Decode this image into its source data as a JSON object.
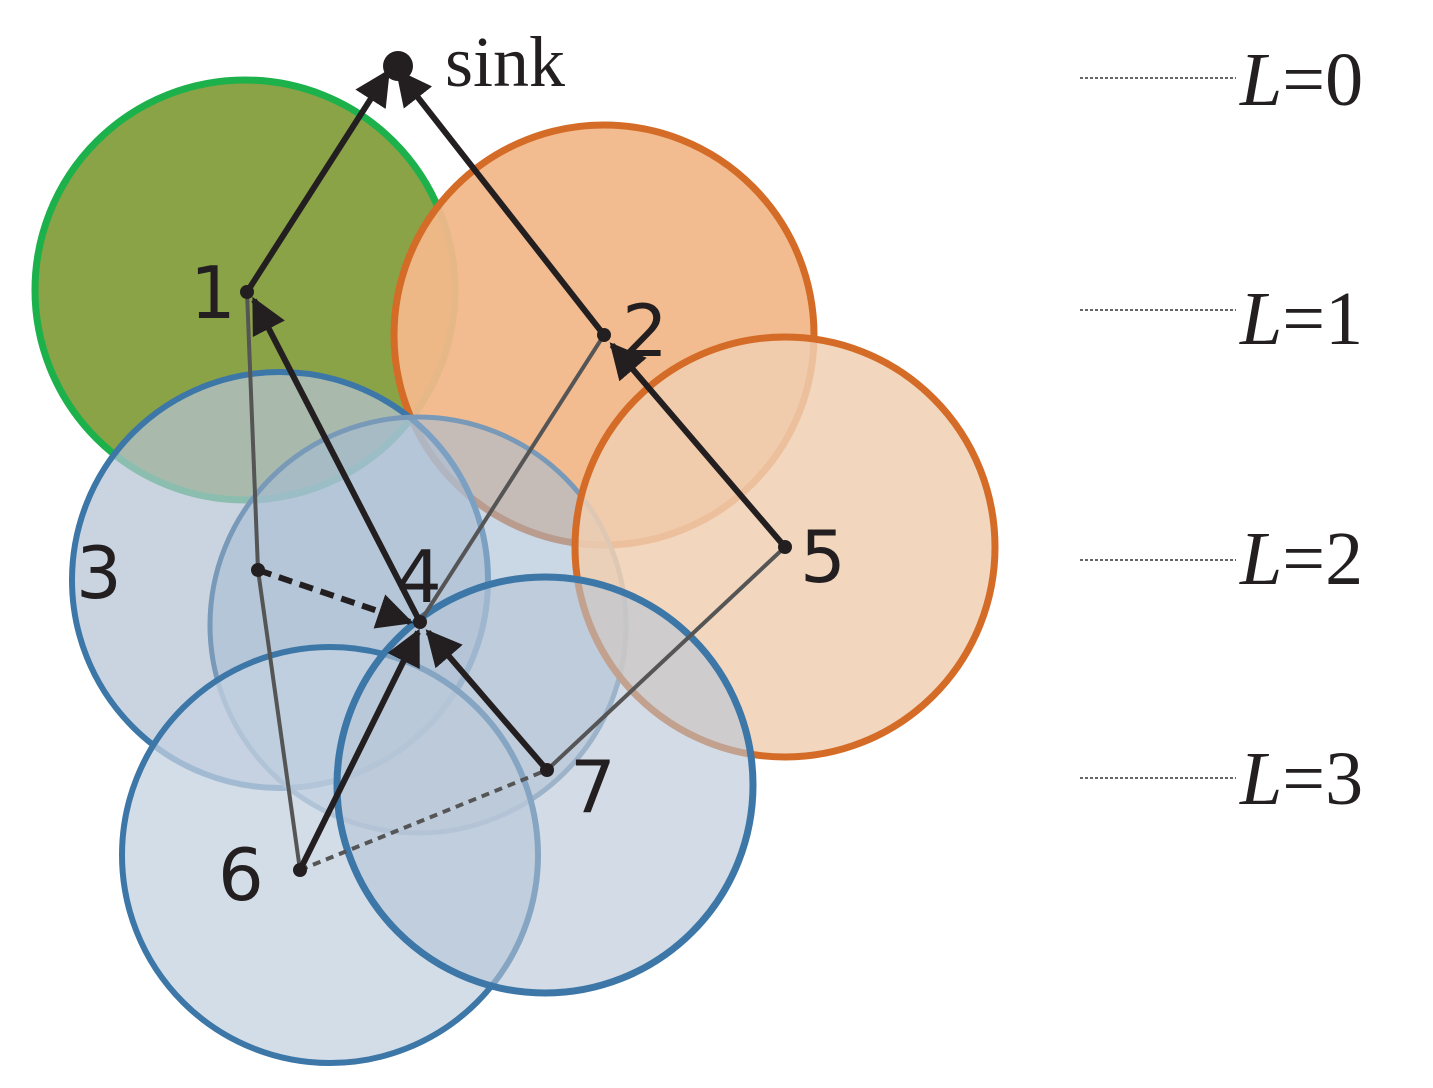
{
  "colors": {
    "green_fill": "#8aa346",
    "green_stroke": "#1db14b",
    "orange_fill": "#f2b88a",
    "orange_light_fill": "#f0cfb2",
    "orange_stroke": "#d46c27",
    "blue_fill": "#b6c4d6",
    "blue_stroke": "#3c77a8",
    "edge": "#231f20",
    "thin_edge": "#555555"
  },
  "sink": {
    "label": "sink"
  },
  "nodes": [
    {
      "id": "1",
      "label": "1"
    },
    {
      "id": "2",
      "label": "2"
    },
    {
      "id": "3",
      "label": "3"
    },
    {
      "id": "4",
      "label": "4"
    },
    {
      "id": "5",
      "label": "5"
    },
    {
      "id": "6",
      "label": "6"
    },
    {
      "id": "7",
      "label": "7"
    }
  ],
  "levels": [
    {
      "var": "L",
      "eq": "=0"
    },
    {
      "var": "L",
      "eq": "=1"
    },
    {
      "var": "L",
      "eq": "=2"
    },
    {
      "var": "L",
      "eq": "=3"
    }
  ]
}
